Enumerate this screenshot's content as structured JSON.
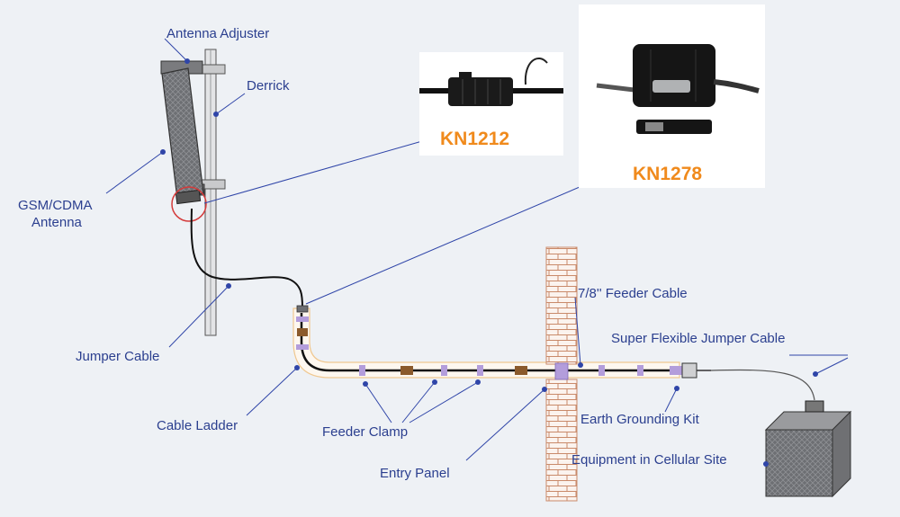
{
  "labels": {
    "antenna_adjuster": "Antenna Adjuster",
    "derrick": "Derrick",
    "gsm_line1": "GSM/CDMA",
    "gsm_line2": "Antenna",
    "jumper_cable": "Jumper Cable",
    "cable_ladder": "Cable Ladder",
    "feeder_clamp": "Feeder Clamp",
    "entry_panel": "Entry Panel",
    "feeder_cable": "7/8'' Feeder Cable",
    "super_flexible": "Super Flexible Jumper Cable",
    "earth_grounding": "Earth Grounding Kit",
    "equipment": "Equipment in Cellular Site"
  },
  "products": {
    "kn1212": "KN1212",
    "kn1278": "KN1278"
  },
  "colors": {
    "label_text": "#2b3f8f",
    "product_code": "#f08a1c",
    "leader_line": "#2f45a8",
    "highlight_circle": "#d43a3a",
    "brick": "#c98a6a",
    "clamp": "#b39ddb",
    "kit": "#8b5a2b"
  }
}
